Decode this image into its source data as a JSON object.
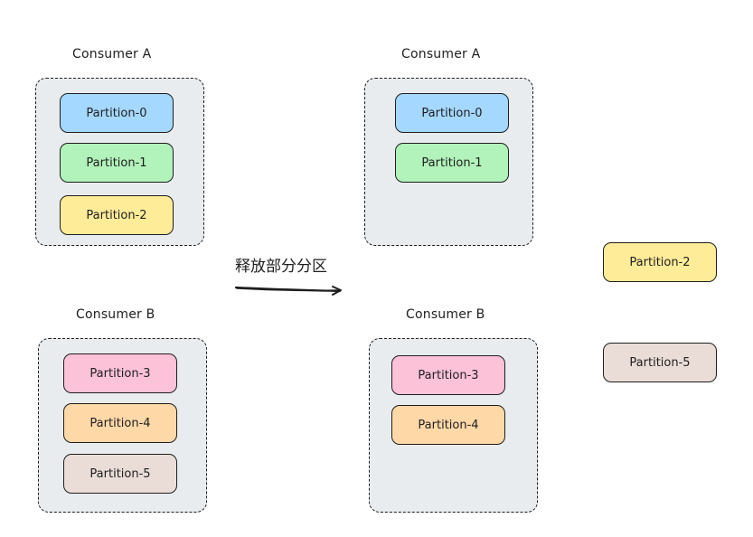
{
  "colors": {
    "p0": "#a5d8ff",
    "p1": "#b2f2bb",
    "p2": "#ffec99",
    "p3": "#fcc2d7",
    "p4": "#ffd8a8",
    "p5": "#eaddd7",
    "group_fill": "#e9ecef",
    "stroke": "#1e1e1e"
  },
  "before": {
    "consumer_a": {
      "title": "Consumer A",
      "partitions": [
        "Partition-0",
        "Partition-1",
        "Partition-2"
      ]
    },
    "consumer_b": {
      "title": "Consumer B",
      "partitions": [
        "Partition-3",
        "Partition-4",
        "Partition-5"
      ]
    }
  },
  "arrow_label": "释放部分分区",
  "after": {
    "consumer_a": {
      "title": "Consumer A",
      "partitions": [
        "Partition-0",
        "Partition-1"
      ]
    },
    "consumer_b": {
      "title": "Consumer B",
      "partitions": [
        "Partition-3",
        "Partition-4"
      ]
    }
  },
  "released": [
    "Partition-2",
    "Partition-5"
  ]
}
